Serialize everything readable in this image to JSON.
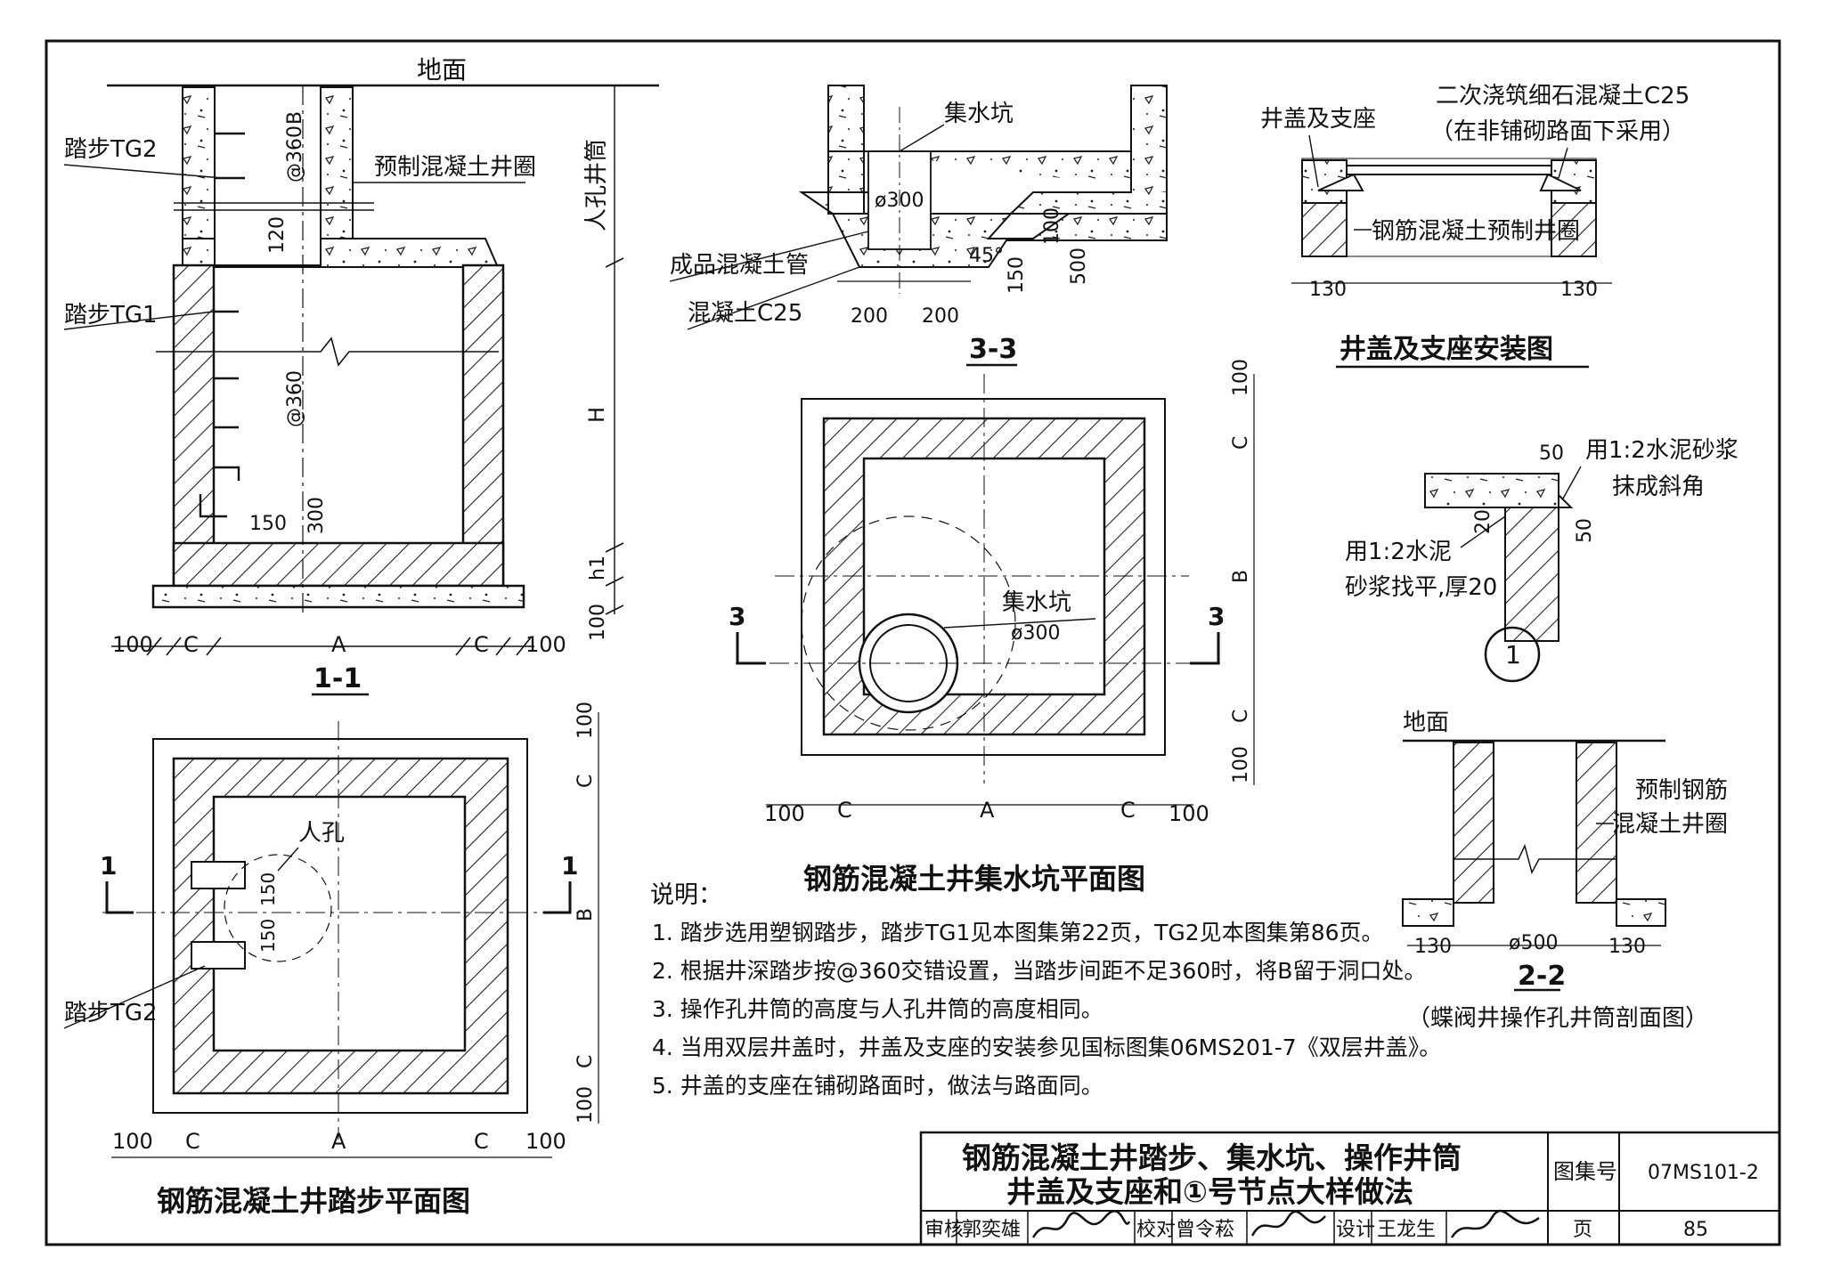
{
  "sec11": {
    "ground": "地面",
    "tg2": "踏步TG2",
    "tg1": "踏步TG1",
    "ring": "预制混凝土井圈",
    "shaft": "人孔井筒",
    "at360_top": "@360",
    "at360_mid": "@360",
    "dimB": "B",
    "dim120": "120",
    "dimH": "H",
    "dimh1": "h1",
    "dim100_v": "100",
    "dim150": "150",
    "dim300": "300",
    "bottom_dims": [
      "100",
      "C",
      "A",
      "C",
      "100"
    ],
    "title": "1-1"
  },
  "sec33": {
    "sump": "集水坑",
    "d300": "ø300",
    "pipe": "成品混凝土管",
    "concrete": "混凝土C25",
    "dims_bottom": [
      "200",
      "200"
    ],
    "dims_right": [
      "45°",
      "100",
      "150",
      "500"
    ],
    "title": "3-3"
  },
  "cover": {
    "label_cover": "井盖及支座",
    "label_c25": "二次浇筑细石混凝土C25",
    "label_c25_note": "（在非铺砌路面下采用）",
    "label_ring": "钢筋混凝土预制井圈",
    "dims": [
      "130",
      "130"
    ],
    "title": "井盖及支座安装图"
  },
  "sumpplan": {
    "sump": "集水坑",
    "d300": "ø300",
    "cut_left": "3",
    "cut_right": "3",
    "right_dims": [
      "100",
      "C",
      "B",
      "C",
      "100"
    ],
    "bottom_dims": [
      "100",
      "C",
      "A",
      "C",
      "100"
    ],
    "title": "钢筋混凝土井集水坑平面图"
  },
  "node1": {
    "mortar1": "用1:2水泥砂浆",
    "mortar1b": "抹成斜角",
    "mortar2": "用1:2水泥",
    "mortar2b": "砂浆找平,厚20",
    "dims": [
      "50",
      "20",
      "50"
    ],
    "symbol": "1"
  },
  "sec22": {
    "ground": "地面",
    "ring1": "预制钢筋",
    "ring2": "混凝土井圈",
    "dims": [
      "130",
      "ø500",
      "130"
    ],
    "title": "2-2",
    "subtitle": "（蝶阀井操作孔井筒剖面图）"
  },
  "stepplan": {
    "manhole": "人孔",
    "d150a": "150",
    "d150b": "150",
    "tg2": "踏步TG2",
    "cut_left": "1",
    "cut_right": "1",
    "right_dims": [
      "100",
      "C",
      "B",
      "C",
      "100"
    ],
    "bottom_dims": [
      "100",
      "C",
      "A",
      "C",
      "100"
    ],
    "title": "钢筋混凝土井踏步平面图"
  },
  "notes": {
    "heading": "说明：",
    "items": [
      "1. 踏步选用塑钢踏步，踏步TG1见本图集第22页，TG2见本图集第86页。",
      "2. 根据井深踏步按@360交错设置，当踏步间距不足360时，将B留于洞口处。",
      "3. 操作孔井筒的高度与人孔井筒的高度相同。",
      "4. 当用双层井盖时，井盖及支座的安装参见国标图集06MS201-7《双层井盖》。",
      "5. 井盖的支座在铺砌路面时，做法与路面同。"
    ]
  },
  "titleblock": {
    "line1": "钢筋混凝土井踏步、集水坑、操作井筒",
    "line2": "井盖及支座和①号节点大样做法",
    "atlas_label": "图集号",
    "atlas_no": "07MS101-2",
    "review_label": "审核",
    "review_name": "郭奕雄",
    "check_label": "校对",
    "check_name": "曾令菘",
    "design_label": "设计",
    "design_name": "王龙生",
    "page_label": "页",
    "page_no": "85"
  }
}
